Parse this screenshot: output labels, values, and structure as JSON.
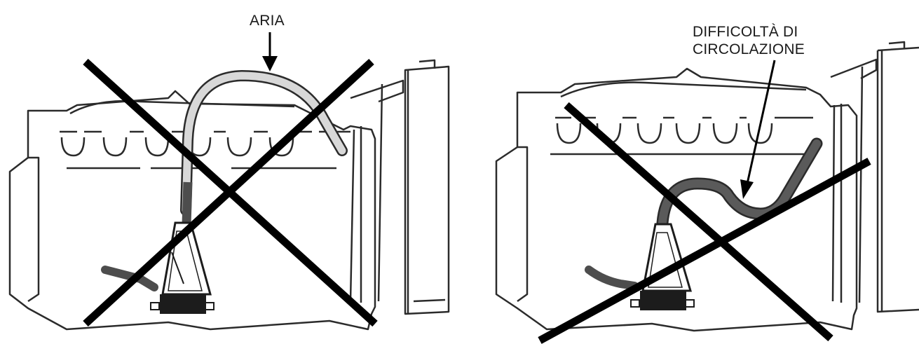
{
  "labels": {
    "air": "ARIA",
    "circulation_line1": "DIFFICOLTÀ DI",
    "circulation_line2": "CIRCOLAZIONE"
  },
  "panels": [
    {
      "id": "left",
      "label": "ARIA",
      "marked_wrong": true
    },
    {
      "id": "right",
      "label": "DIFFICOLTÀ DI CIRCOLAZIONE",
      "marked_wrong": true
    }
  ],
  "colors": {
    "outline": "#2b2b2b",
    "cross": "#000000",
    "hose_dark": "#4d4d4d",
    "hose_light": "#c8c8c8",
    "pump": "#1c1c1c"
  }
}
